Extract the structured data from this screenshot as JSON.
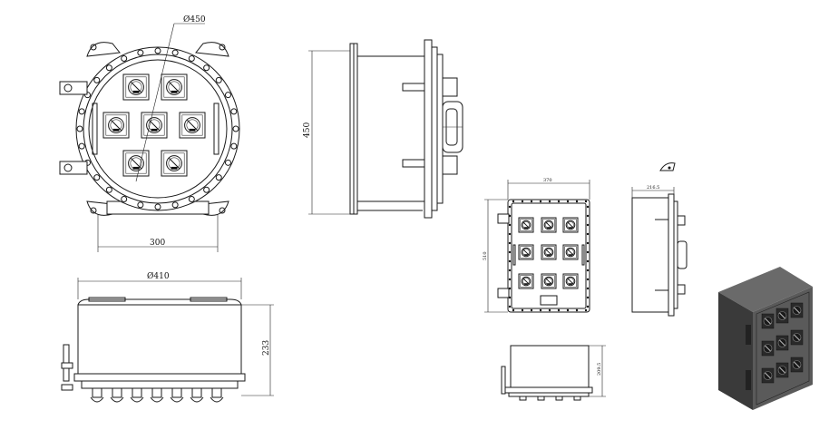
{
  "dimensions": {
    "round_front_diameter": "Ø450",
    "round_front_width": "300",
    "round_side_height": "450",
    "round_bottom_diameter": "Ø410",
    "round_bottom_height": "233",
    "rect_front_width": "370",
    "rect_front_height": "510",
    "rect_side_depth": "216.5",
    "rect_bottom_height": "209.5"
  },
  "colors": {
    "line": "#1a1a1a",
    "enclosure_body": "#3a3a3a",
    "enclosure_face": "#5a5a5a"
  }
}
